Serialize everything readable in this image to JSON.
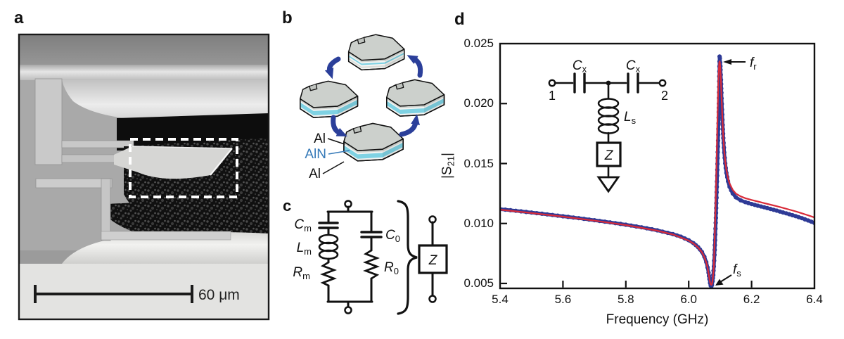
{
  "panels": {
    "a": {
      "letter": "a",
      "description": "SEM micrograph of suspended piezoelectric film bulk acoustic resonator",
      "scale_bar": {
        "label": "60 μm"
      }
    },
    "b": {
      "letter": "b",
      "layer_labels": [
        {
          "label": "Al"
        },
        {
          "label": "AlN"
        },
        {
          "label": "Al"
        }
      ],
      "colors": {
        "arrow_blue": "#2b3f9a",
        "aln_cyan": "#7fd2e3",
        "slab_gray": "#ccd0cc",
        "aln_label_blue": "#3579b8"
      }
    },
    "c": {
      "letter": "c",
      "labels": {
        "cm": {
          "main": "C",
          "sub": "m"
        },
        "lm": {
          "main": "L",
          "sub": "m"
        },
        "rm": {
          "main": "R",
          "sub": "m"
        },
        "c0": {
          "main": "C",
          "sub": "0"
        },
        "r0": {
          "main": "R",
          "sub": "0"
        },
        "z": "Z"
      }
    },
    "d": {
      "letter": "d",
      "ylabel": {
        "open": "|S",
        "sub": "21",
        "close": "|"
      },
      "xlabel": "Frequency (GHz)",
      "x_ticks": [
        "5.4",
        "5.6",
        "5.8",
        "6.0",
        "6.2",
        "6.4"
      ],
      "y_ticks": [
        "0.025",
        "0.020",
        "0.015",
        "0.010",
        "0.005"
      ],
      "annotations": {
        "fr": {
          "main": "f",
          "sub": "r"
        },
        "fs": {
          "main": "f",
          "sub": "s"
        }
      },
      "inset": {
        "port1": "1",
        "port2": "2",
        "cx1": {
          "main": "C",
          "sub": "x"
        },
        "cx2": {
          "main": "C",
          "sub": "x"
        },
        "ls": {
          "main": "L",
          "sub": "s"
        },
        "z": "Z"
      }
    }
  },
  "chart_data": {
    "type": "line",
    "title": "",
    "xlabel": "Frequency (GHz)",
    "ylabel": "|S21|",
    "xlim": [
      5.4,
      6.4
    ],
    "ylim": [
      0.0046,
      0.025
    ],
    "grid": false,
    "legend": "none",
    "x_major_ticks": [
      5.4,
      5.6,
      5.8,
      6.0,
      6.2,
      6.4
    ],
    "y_major_ticks": [
      0.025,
      0.02,
      0.015,
      0.01,
      0.005
    ],
    "features": {
      "series_resonance_fs_GHz": 6.07,
      "series_resonance_dip_value": 0.0048,
      "parallel_resonance_fr_GHz": 6.1,
      "parallel_resonance_peak_value": 0.0239
    },
    "series": [
      {
        "name": "measured |S21| data (blue, circle markers)",
        "color": "#2e3a96",
        "marker": "circle",
        "points": [
          [
            5.4,
            0.0112
          ],
          [
            5.45,
            0.01106
          ],
          [
            5.5,
            0.01091
          ],
          [
            5.55,
            0.01076
          ],
          [
            5.6,
            0.0106
          ],
          [
            5.65,
            0.01044
          ],
          [
            5.7,
            0.01027
          ],
          [
            5.75,
            0.01009
          ],
          [
            5.8,
            0.0099
          ],
          [
            5.85,
            0.00968
          ],
          [
            5.9,
            0.00943
          ],
          [
            5.95,
            0.00911
          ],
          [
            5.975,
            0.0089
          ],
          [
            6.0,
            0.0086
          ],
          [
            6.015,
            0.00836
          ],
          [
            6.03,
            0.00802
          ],
          [
            6.042,
            0.00763
          ],
          [
            6.05,
            0.00722
          ],
          [
            6.056,
            0.00678
          ],
          [
            6.06,
            0.00634
          ],
          [
            6.063,
            0.0059
          ],
          [
            6.066,
            0.00536
          ],
          [
            6.068,
            0.00503
          ],
          [
            6.07,
            0.00482
          ],
          [
            6.072,
            0.00476
          ],
          [
            6.074,
            0.00487
          ],
          [
            6.076,
            0.00519
          ],
          [
            6.078,
            0.0057
          ],
          [
            6.08,
            0.00642
          ],
          [
            6.082,
            0.00738
          ],
          [
            6.084,
            0.0086
          ],
          [
            6.086,
            0.01005
          ],
          [
            6.088,
            0.0117
          ],
          [
            6.09,
            0.0135
          ],
          [
            6.092,
            0.01545
          ],
          [
            6.094,
            0.0174
          ],
          [
            6.0955,
            0.0193
          ],
          [
            6.096,
            0.02
          ],
          [
            6.0972,
            0.02185
          ],
          [
            6.0982,
            0.02392
          ],
          [
            6.0992,
            0.02378
          ],
          [
            6.1002,
            0.02342
          ],
          [
            6.1014,
            0.02282
          ],
          [
            6.1026,
            0.02198
          ],
          [
            6.104,
            0.0209
          ],
          [
            6.106,
            0.0195
          ],
          [
            6.108,
            0.01822
          ],
          [
            6.11,
            0.01712
          ],
          [
            6.113,
            0.01592
          ],
          [
            6.116,
            0.01502
          ],
          [
            6.12,
            0.01422
          ],
          [
            6.125,
            0.01352
          ],
          [
            6.13,
            0.01306
          ],
          [
            6.14,
            0.0125
          ],
          [
            6.15,
            0.01218
          ],
          [
            6.165,
            0.01193
          ],
          [
            6.18,
            0.01178
          ],
          [
            6.2,
            0.01162
          ],
          [
            6.22,
            0.01148
          ],
          [
            6.24,
            0.01135
          ],
          [
            6.26,
            0.01121
          ],
          [
            6.28,
            0.01107
          ],
          [
            6.3,
            0.01092
          ],
          [
            6.32,
            0.01077
          ],
          [
            6.34,
            0.01061
          ],
          [
            6.36,
            0.01044
          ],
          [
            6.38,
            0.01025
          ],
          [
            6.4,
            0.01005
          ]
        ]
      },
      {
        "name": "equivalent-circuit fit (red line)",
        "color": "#d92b39",
        "marker": "none",
        "points": [
          [
            5.4,
            0.01115
          ],
          [
            5.5,
            0.01087
          ],
          [
            5.6,
            0.01057
          ],
          [
            5.7,
            0.01024
          ],
          [
            5.8,
            0.00987
          ],
          [
            5.9,
            0.0094
          ],
          [
            5.95,
            0.00908
          ],
          [
            6.0,
            0.00857
          ],
          [
            6.015,
            0.00833
          ],
          [
            6.03,
            0.00799
          ],
          [
            6.042,
            0.0076
          ],
          [
            6.05,
            0.00719
          ],
          [
            6.056,
            0.00675
          ],
          [
            6.06,
            0.00631
          ],
          [
            6.063,
            0.00588
          ],
          [
            6.066,
            0.00537
          ],
          [
            6.068,
            0.00508
          ],
          [
            6.07,
            0.00492
          ],
          [
            6.072,
            0.00488
          ],
          [
            6.074,
            0.00497
          ],
          [
            6.076,
            0.00527
          ],
          [
            6.078,
            0.00576
          ],
          [
            6.08,
            0.00646
          ],
          [
            6.0825,
            0.00869
          ],
          [
            6.084,
            0.00998
          ],
          [
            6.0855,
            0.01145
          ],
          [
            6.087,
            0.01312
          ],
          [
            6.0885,
            0.01498
          ],
          [
            6.09,
            0.01684
          ],
          [
            6.0915,
            0.01868
          ],
          [
            6.093,
            0.0204
          ],
          [
            6.0945,
            0.02185
          ],
          [
            6.096,
            0.0229
          ],
          [
            6.0972,
            0.0234
          ],
          [
            6.0982,
            0.02352
          ],
          [
            6.0992,
            0.0234
          ],
          [
            6.1002,
            0.0231
          ],
          [
            6.1014,
            0.02258
          ],
          [
            6.1026,
            0.0218
          ],
          [
            6.104,
            0.02078
          ],
          [
            6.106,
            0.01945
          ],
          [
            6.108,
            0.01825
          ],
          [
            6.11,
            0.0172
          ],
          [
            6.113,
            0.01605
          ],
          [
            6.116,
            0.0152
          ],
          [
            6.12,
            0.01445
          ],
          [
            6.125,
            0.01378
          ],
          [
            6.13,
            0.01334
          ],
          [
            6.14,
            0.0128
          ],
          [
            6.15,
            0.01249
          ],
          [
            6.165,
            0.01226
          ],
          [
            6.18,
            0.01211
          ],
          [
            6.2,
            0.01196
          ],
          [
            6.22,
            0.01183
          ],
          [
            6.24,
            0.0117
          ],
          [
            6.26,
            0.01157
          ],
          [
            6.28,
            0.01144
          ],
          [
            6.3,
            0.0113
          ],
          [
            6.32,
            0.01116
          ],
          [
            6.34,
            0.01101
          ],
          [
            6.36,
            0.01085
          ],
          [
            6.38,
            0.01068
          ],
          [
            6.4,
            0.0105
          ]
        ]
      }
    ]
  }
}
